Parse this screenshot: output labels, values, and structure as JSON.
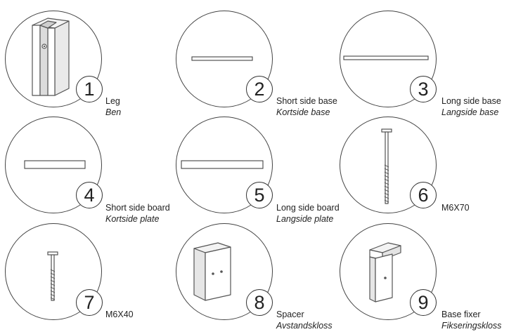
{
  "parts": [
    {
      "number": "1",
      "name": "Leg",
      "alt_name": "Ben",
      "icon": "leg-icon"
    },
    {
      "number": "2",
      "name": "Short side base",
      "alt_name": "Kortside base",
      "icon": "short-side-base-icon"
    },
    {
      "number": "3",
      "name": "Long side base",
      "alt_name": "Langside base",
      "icon": "long-side-base-icon"
    },
    {
      "number": "4",
      "name": "Short side board",
      "alt_name": "Kortside plate",
      "icon": "short-side-board-icon"
    },
    {
      "number": "5",
      "name": "Long side board",
      "alt_name": "Langside plate",
      "icon": "long-side-board-icon"
    },
    {
      "number": "6",
      "name": "M6X70",
      "alt_name": "",
      "icon": "bolt-m6x70-icon"
    },
    {
      "number": "7",
      "name": "M6X40",
      "alt_name": "",
      "icon": "bolt-m6x40-icon"
    },
    {
      "number": "8",
      "name": "Spacer",
      "alt_name": "Avstandskloss",
      "icon": "spacer-block-icon"
    },
    {
      "number": "9",
      "name": "Base fixer",
      "alt_name": "Fikseringskloss",
      "icon": "base-fixer-icon"
    }
  ]
}
